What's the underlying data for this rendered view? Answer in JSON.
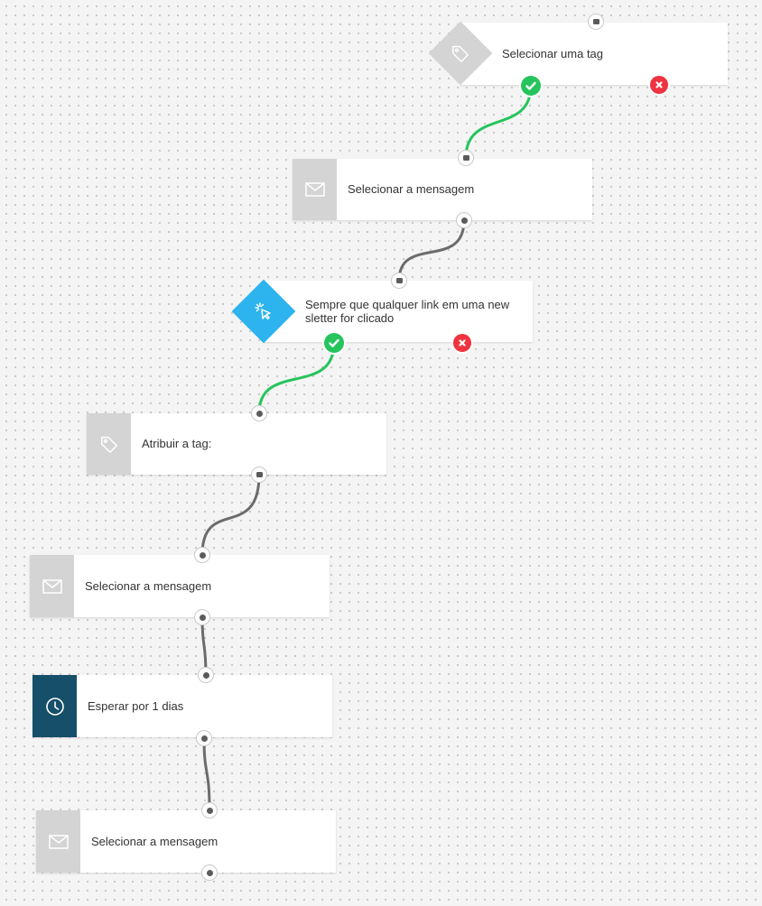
{
  "colors": {
    "success": "#25c45d",
    "failure": "#ef3340",
    "trigger": "#2db3ee",
    "wait": "#154f69",
    "connector_yes": "#25c45d",
    "connector_default": "#6b6b6b"
  },
  "nodes": [
    {
      "id": "tag-condition",
      "type": "condition",
      "icon": "tag-icon",
      "label": "Selecionar uma tag"
    },
    {
      "id": "message-1",
      "type": "action",
      "icon": "envelope-icon",
      "label": "Selecionar a mensagem"
    },
    {
      "id": "link-click-condition",
      "type": "condition",
      "icon": "cursor-click-icon",
      "label": "Sempre que qualquer link em uma newsletter for clicado",
      "label_line1": "Sempre que qualquer link em uma new",
      "label_line2": "sletter for clicado"
    },
    {
      "id": "assign-tag",
      "type": "action",
      "icon": "tag-icon",
      "label": "Atribuir a tag:"
    },
    {
      "id": "message-2",
      "type": "action",
      "icon": "envelope-icon",
      "label": "Selecionar a mensagem"
    },
    {
      "id": "wait",
      "type": "wait",
      "icon": "clock-icon",
      "label": "Esperar por 1 dias"
    },
    {
      "id": "message-3",
      "type": "action",
      "icon": "envelope-icon",
      "label": "Selecionar a mensagem"
    }
  ]
}
